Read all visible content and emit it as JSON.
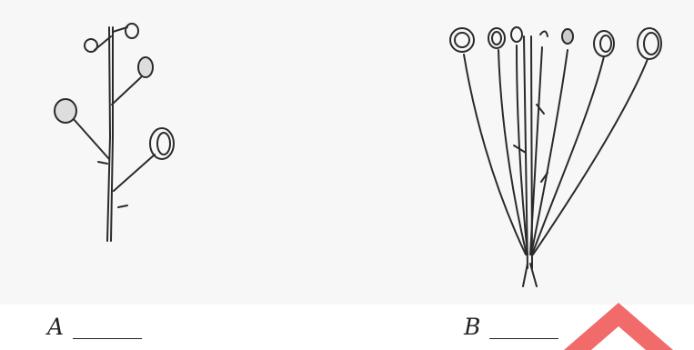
{
  "figures": [
    {
      "id": "A",
      "label": "A"
    },
    {
      "id": "B",
      "label": "B"
    }
  ],
  "colors": {
    "ink": "#2a2a2a",
    "background": "#f7f7f7",
    "arrow": "#f26b6b"
  },
  "icons": {
    "corner": "chevron-up-icon"
  }
}
